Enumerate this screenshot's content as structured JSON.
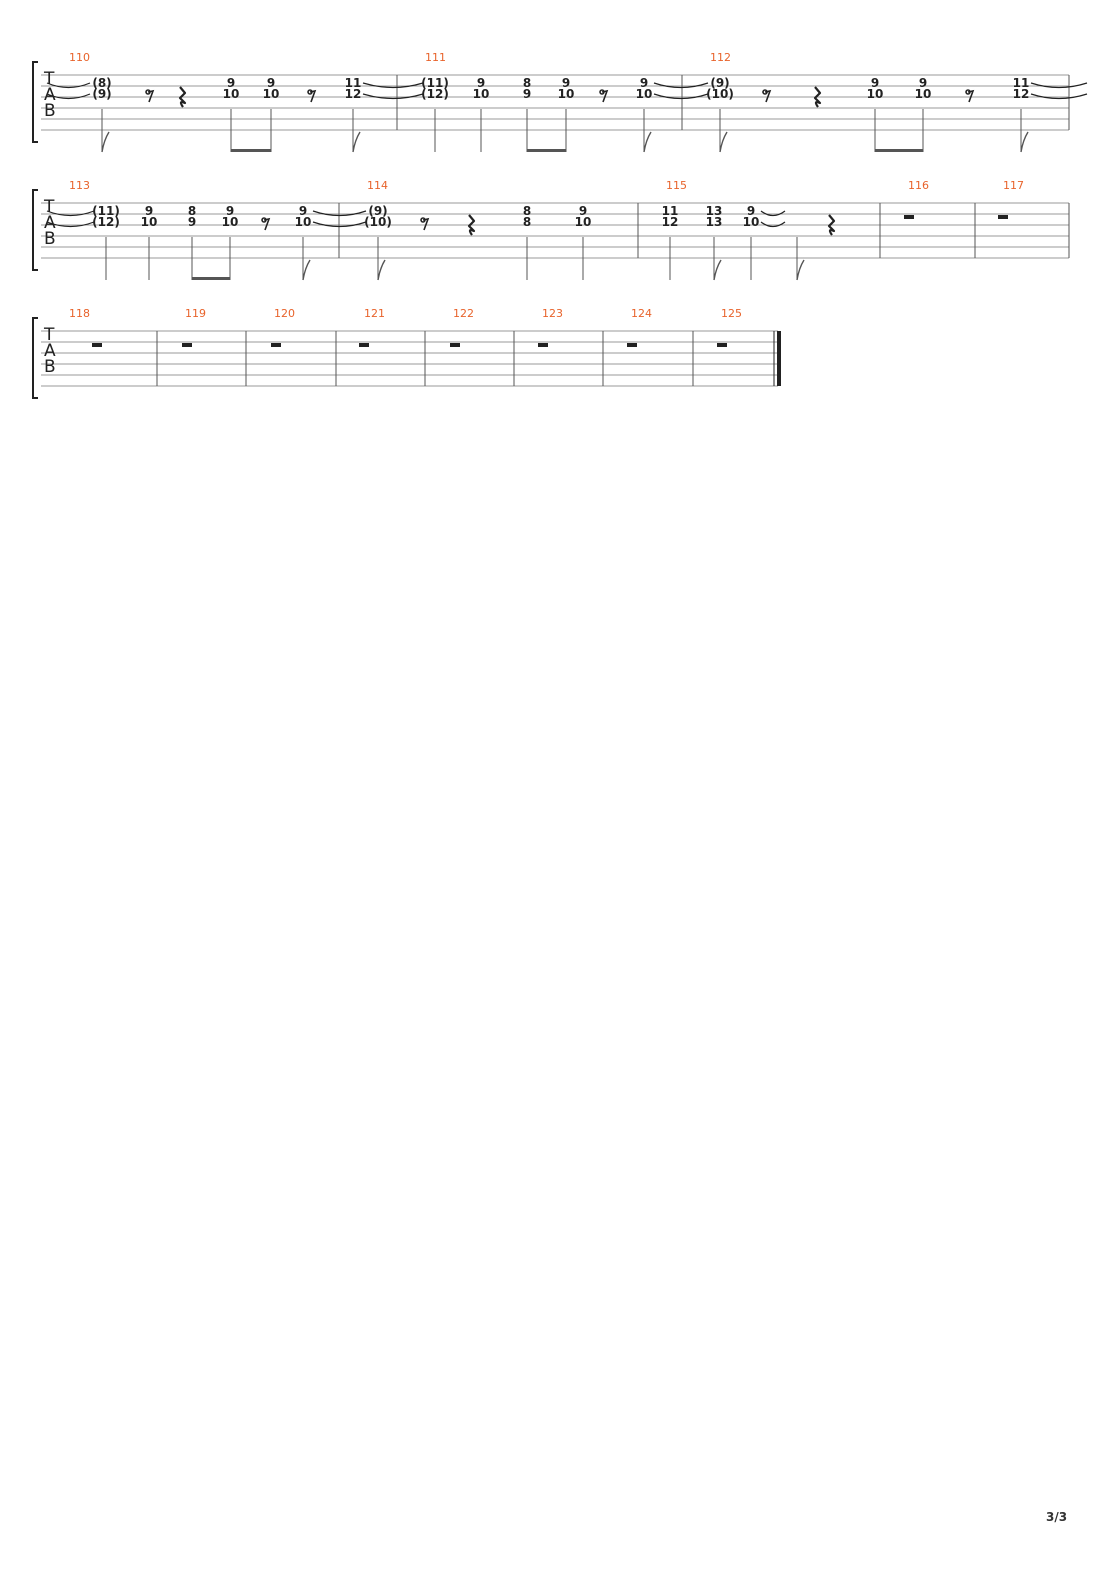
{
  "page": {
    "number": "3/3"
  },
  "colors": {
    "measure_number": "#e8632b",
    "ink": "#222222",
    "staff_line": "#9a9a9a"
  },
  "clef": [
    "T",
    "A",
    "B"
  ],
  "systems": [
    {
      "measures": [
        {
          "number": "110",
          "events": [
            {
              "type": "chord",
              "top": "(8)",
              "bottom": "(9)",
              "stem": "flag",
              "tie_in": true
            },
            {
              "type": "eighth-rest"
            },
            {
              "type": "quarter-rest"
            },
            {
              "type": "chord",
              "top": "9",
              "bottom": "10",
              "stem": "beam-start"
            },
            {
              "type": "chord",
              "top": "9",
              "bottom": "10",
              "stem": "beam-end"
            },
            {
              "type": "eighth-rest"
            },
            {
              "type": "chord",
              "top": "11",
              "bottom": "12",
              "stem": "flag",
              "tie_out": true
            }
          ]
        },
        {
          "number": "111",
          "events": [
            {
              "type": "chord",
              "top": "(11)",
              "bottom": "(12)",
              "stem": "plain"
            },
            {
              "type": "chord",
              "top": "9",
              "bottom": "10",
              "stem": "plain"
            },
            {
              "type": "chord",
              "top": "8",
              "bottom": "9",
              "stem": "beam-start"
            },
            {
              "type": "chord",
              "top": "9",
              "bottom": "10",
              "stem": "beam-end"
            },
            {
              "type": "eighth-rest"
            },
            {
              "type": "chord",
              "top": "9",
              "bottom": "10",
              "stem": "flag",
              "tie_out": true
            }
          ]
        },
        {
          "number": "112",
          "events": [
            {
              "type": "chord",
              "top": "(9)",
              "bottom": "(10)",
              "stem": "flag"
            },
            {
              "type": "eighth-rest"
            },
            {
              "type": "quarter-rest"
            },
            {
              "type": "chord",
              "top": "9",
              "bottom": "10",
              "stem": "beam-start"
            },
            {
              "type": "chord",
              "top": "9",
              "bottom": "10",
              "stem": "beam-end"
            },
            {
              "type": "eighth-rest"
            },
            {
              "type": "chord",
              "top": "11",
              "bottom": "12",
              "stem": "flag",
              "tie_out": true
            }
          ]
        }
      ]
    },
    {
      "measures": [
        {
          "number": "113",
          "events": [
            {
              "type": "chord",
              "top": "(11)",
              "bottom": "(12)",
              "stem": "plain",
              "tie_in": true
            },
            {
              "type": "chord",
              "top": "9",
              "bottom": "10",
              "stem": "plain"
            },
            {
              "type": "chord",
              "top": "8",
              "bottom": "9",
              "stem": "beam-start"
            },
            {
              "type": "chord",
              "top": "9",
              "bottom": "10",
              "stem": "beam-end"
            },
            {
              "type": "eighth-rest"
            },
            {
              "type": "chord",
              "top": "9",
              "bottom": "10",
              "stem": "flag",
              "tie_out": true
            }
          ]
        },
        {
          "number": "114",
          "events": [
            {
              "type": "chord",
              "top": "(9)",
              "bottom": "(10)",
              "stem": "flag"
            },
            {
              "type": "eighth-rest"
            },
            {
              "type": "quarter-rest"
            },
            {
              "type": "chord",
              "top": "8",
              "bottom": "8",
              "stem": "plain"
            },
            {
              "type": "chord",
              "top": "9",
              "bottom": "10",
              "stem": "plain"
            }
          ]
        },
        {
          "number": "115",
          "events": [
            {
              "type": "chord",
              "top": "11",
              "bottom": "12",
              "stem": "plain"
            },
            {
              "type": "chord",
              "top": "13",
              "bottom": "13",
              "stem": "flag"
            },
            {
              "type": "chord",
              "top": "9",
              "bottom": "10",
              "stem": "plain",
              "tie_out": true
            },
            {
              "type": "tie-stop",
              "stem": "flag"
            },
            {
              "type": "quarter-rest"
            }
          ]
        },
        {
          "number": "116",
          "events": [
            {
              "type": "whole-rest"
            }
          ]
        },
        {
          "number": "117",
          "events": [
            {
              "type": "whole-rest"
            }
          ]
        }
      ]
    },
    {
      "measures": [
        {
          "number": "118",
          "events": [
            {
              "type": "whole-rest"
            }
          ]
        },
        {
          "number": "119",
          "events": [
            {
              "type": "whole-rest"
            }
          ]
        },
        {
          "number": "120",
          "events": [
            {
              "type": "whole-rest"
            }
          ]
        },
        {
          "number": "121",
          "events": [
            {
              "type": "whole-rest"
            }
          ]
        },
        {
          "number": "122",
          "events": [
            {
              "type": "whole-rest"
            }
          ]
        },
        {
          "number": "123",
          "events": [
            {
              "type": "whole-rest"
            }
          ]
        },
        {
          "number": "124",
          "events": [
            {
              "type": "whole-rest"
            }
          ]
        },
        {
          "number": "125",
          "events": [
            {
              "type": "whole-rest"
            }
          ],
          "final_barline": true
        }
      ]
    }
  ]
}
